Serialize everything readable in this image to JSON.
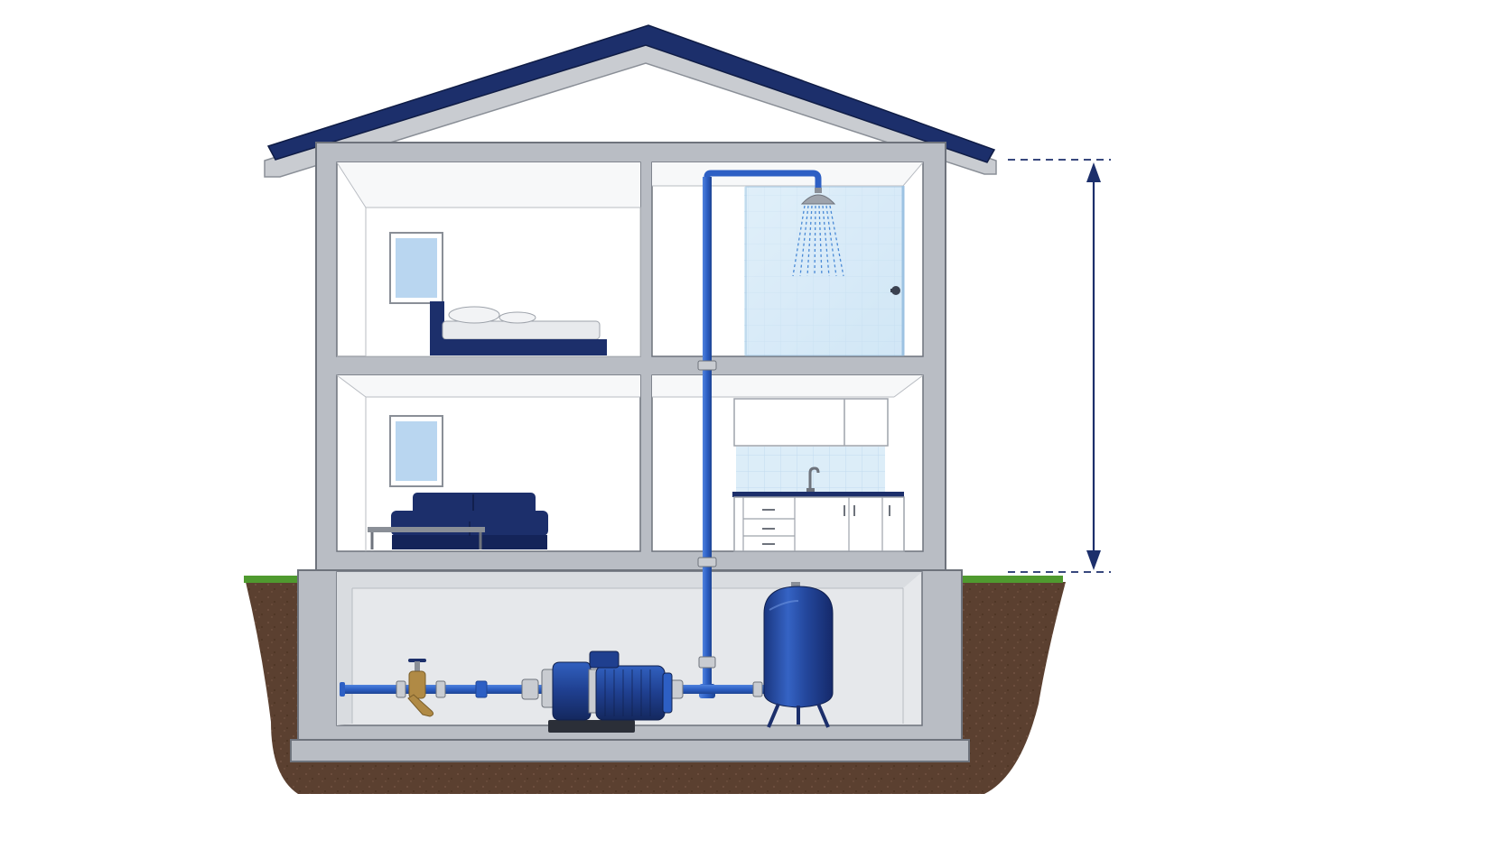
{
  "diagram": {
    "kind": "house-water-booster-system-cross-section",
    "floors": [
      "upper",
      "ground",
      "basement"
    ],
    "rooms": {
      "upper_left": "bedroom",
      "upper_right": "shower-room",
      "ground_left": "living-room",
      "ground_right": "kitchen",
      "basement": "pump-room"
    },
    "components": [
      "shut-off-valve",
      "strainer",
      "booster-pump",
      "pressure-tank",
      "vertical-riser-pipe",
      "shower-head"
    ],
    "height_indicator": "dimension-arrow-ground-to-top-floor"
  },
  "colors": {
    "navy": "#1c2f6b",
    "pipe_blue": "#2d5fc4",
    "pipe_dark": "#1e4596",
    "wall_grey": "#b9bdc4",
    "wall_stroke": "#6e737c",
    "soil": "#5b4030",
    "grass": "#4f9a2f",
    "glass": "#d6ebf8",
    "brass": "#b08a45",
    "steel": "#c9ccd1",
    "basement_fill": "#e6e8eb",
    "room_fill": "#ffffff"
  },
  "icons": [
    "bed-icon",
    "sofa-icon",
    "window-icon",
    "shower-head-icon",
    "faucet-icon",
    "pump-icon",
    "pressure-tank-icon",
    "valve-icon"
  ]
}
